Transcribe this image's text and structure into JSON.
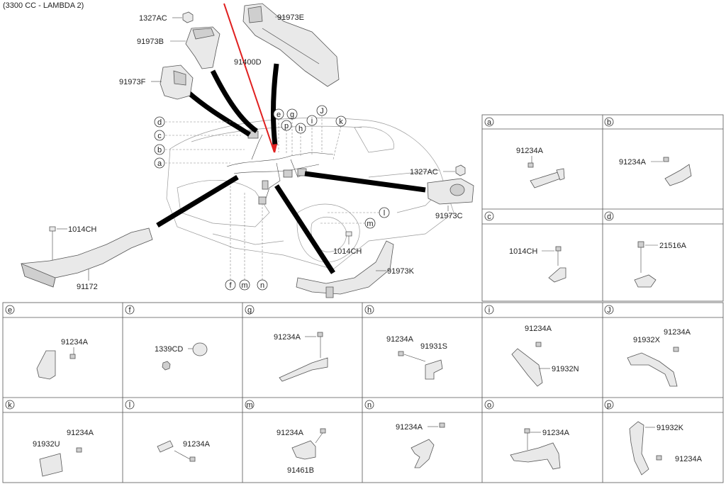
{
  "title": "(3300 CC - LAMBDA 2)",
  "main_labels": {
    "nut_top": "1327AC",
    "bracket_b": "91973B",
    "cover_e": "91973E",
    "harness": "91400D",
    "bracket_f": "91973F",
    "nut_right": "1327AC",
    "bracket_c": "91973C",
    "bolt_left": "1014CH",
    "protector_left": "91172",
    "bolt_mid": "1014CH",
    "protector_k": "91973K"
  },
  "callout_letters": [
    "d",
    "c",
    "b",
    "a",
    "e",
    "p",
    "g",
    "h",
    "i",
    "J",
    "k",
    "l",
    "m",
    "f",
    "m",
    "n"
  ],
  "cells": [
    {
      "letter": "a",
      "labels": [
        "91234A"
      ]
    },
    {
      "letter": "b",
      "labels": [
        "91234A"
      ]
    },
    {
      "letter": "c",
      "labels": [
        "1014CH"
      ]
    },
    {
      "letter": "d",
      "labels": [
        "21516A"
      ]
    },
    {
      "letter": "e",
      "labels": [
        "91234A"
      ]
    },
    {
      "letter": "f",
      "labels": [
        "1339CD"
      ]
    },
    {
      "letter": "g",
      "labels": [
        "91234A"
      ]
    },
    {
      "letter": "h",
      "labels": [
        "91234A",
        "91931S"
      ]
    },
    {
      "letter": "i",
      "labels": [
        "91234A",
        "91932N"
      ]
    },
    {
      "letter": "J",
      "labels": [
        "91932X",
        "91234A"
      ]
    },
    {
      "letter": "k",
      "labels": [
        "91932U",
        "91234A"
      ]
    },
    {
      "letter": "l",
      "labels": [
        "91234A"
      ]
    },
    {
      "letter": "m",
      "labels": [
        "91234A",
        "91461B"
      ]
    },
    {
      "letter": "n",
      "labels": [
        "91234A"
      ]
    },
    {
      "letter": "o",
      "labels": [
        "91234A"
      ]
    },
    {
      "letter": "p",
      "labels": [
        "91932K",
        "91234A"
      ]
    }
  ]
}
